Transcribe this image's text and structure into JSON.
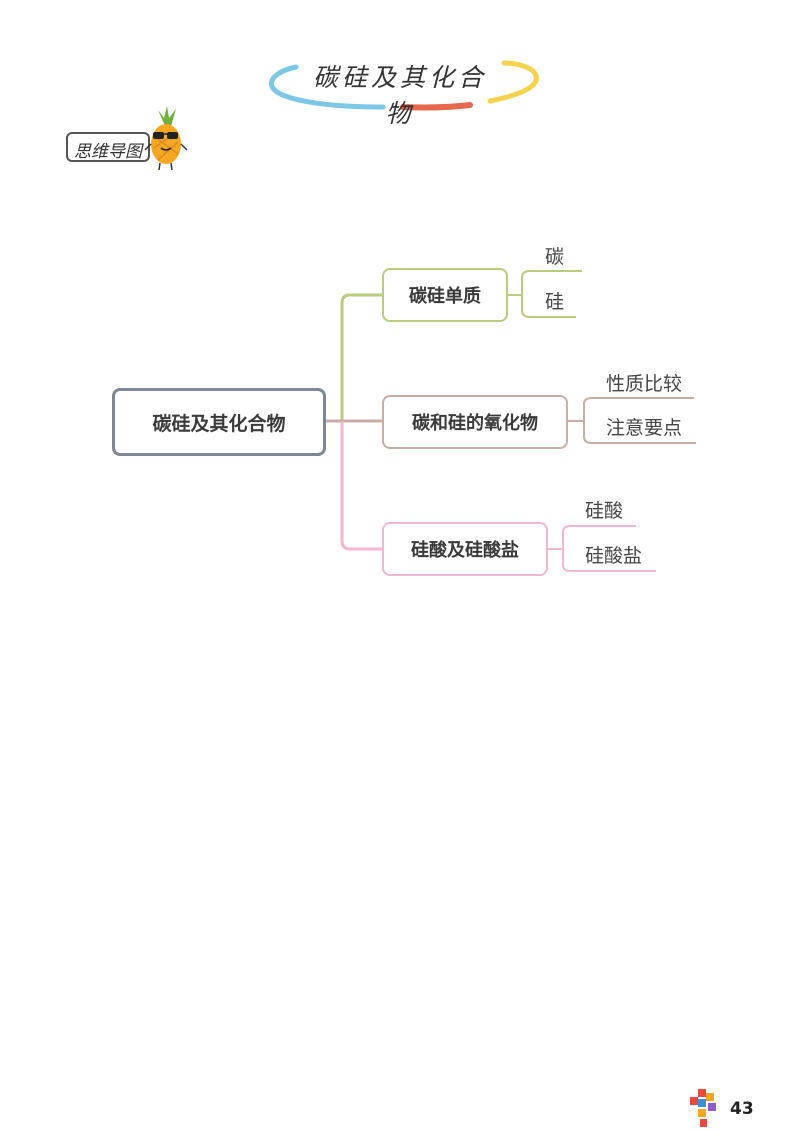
{
  "header": {
    "title": "碳硅及其化合物",
    "badge_label": "思维导图"
  },
  "mindmap": {
    "root": "碳硅及其化合物",
    "branches": [
      {
        "label": "碳硅单质",
        "color": "#b9cc7c",
        "leaves": [
          "碳",
          "硅"
        ]
      },
      {
        "label": "碳和硅的氧化物",
        "color": "#c9aca4",
        "leaves": [
          "性质比较",
          "注意要点"
        ]
      },
      {
        "label": "硅酸及硅酸盐",
        "color": "#f4b6d2",
        "leaves": [
          "硅酸",
          "硅酸盐"
        ]
      }
    ]
  },
  "footer": {
    "page_number": "43"
  }
}
